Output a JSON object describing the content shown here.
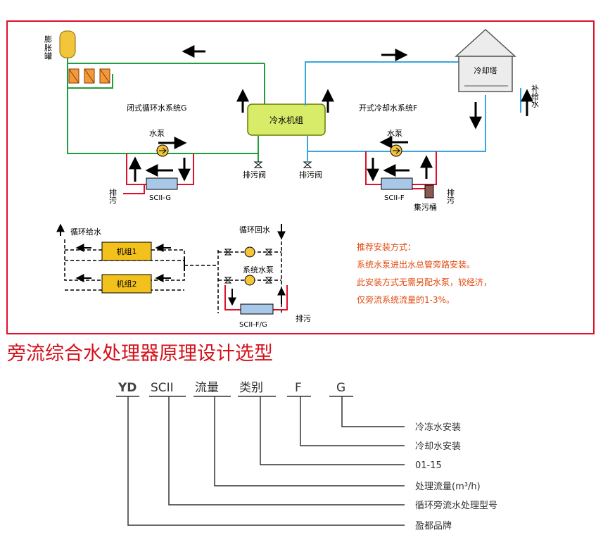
{
  "diagram": {
    "expansion_tank": "膨胀罐",
    "closed_system": "闭式循环水系统G",
    "open_system": "开式冷却水系统F",
    "chiller": "冷水机组",
    "cooling_tower": "冷却塔",
    "makeup_water": "补给水",
    "pump_left": "水泵",
    "pump_right": "水泵",
    "drain_valve_1": "排污阀",
    "drain_valve_2": "排污阀",
    "drain_left": "排污",
    "drain_right": "排污",
    "model_g": "SCII-G",
    "model_f": "SCII-F",
    "collection_tank": "集污桶",
    "supply_water": "循环给水",
    "return_water": "循环回水",
    "unit_1": "机组1",
    "unit_2": "机组2",
    "system_pump": "系统水泵",
    "model_fg": "SCII-F/G",
    "drain_bottom": "排污",
    "notes": [
      "推荐安装方式：",
      "系统水泵进出水总管旁路安装。",
      "此安装方式无需另配水泵，较经济，",
      "仅旁流系统流量的1-3%。"
    ]
  },
  "main_title": "旁流综合水处理器原理设计选型",
  "model_code": {
    "parts": [
      "YD",
      "SCII",
      "流量",
      "类别",
      "F",
      "G"
    ],
    "meanings": [
      "冷冻水安装",
      "冷却水安装",
      "01-15",
      "处理流量(m³/h)",
      "循环旁流水处理型号",
      "盈都品牌"
    ]
  },
  "colors": {
    "border": "#e0102a",
    "green_pipe": "#1f9e3a",
    "blue_pipe": "#3aa6e0",
    "red_pipe": "#e0102a",
    "chiller_fill": "#d8ec6a",
    "tank_fill": "#f2c53a",
    "unit_fill": "#f3c11c",
    "note_text": "#e04a10",
    "title_text": "#d4101a"
  }
}
